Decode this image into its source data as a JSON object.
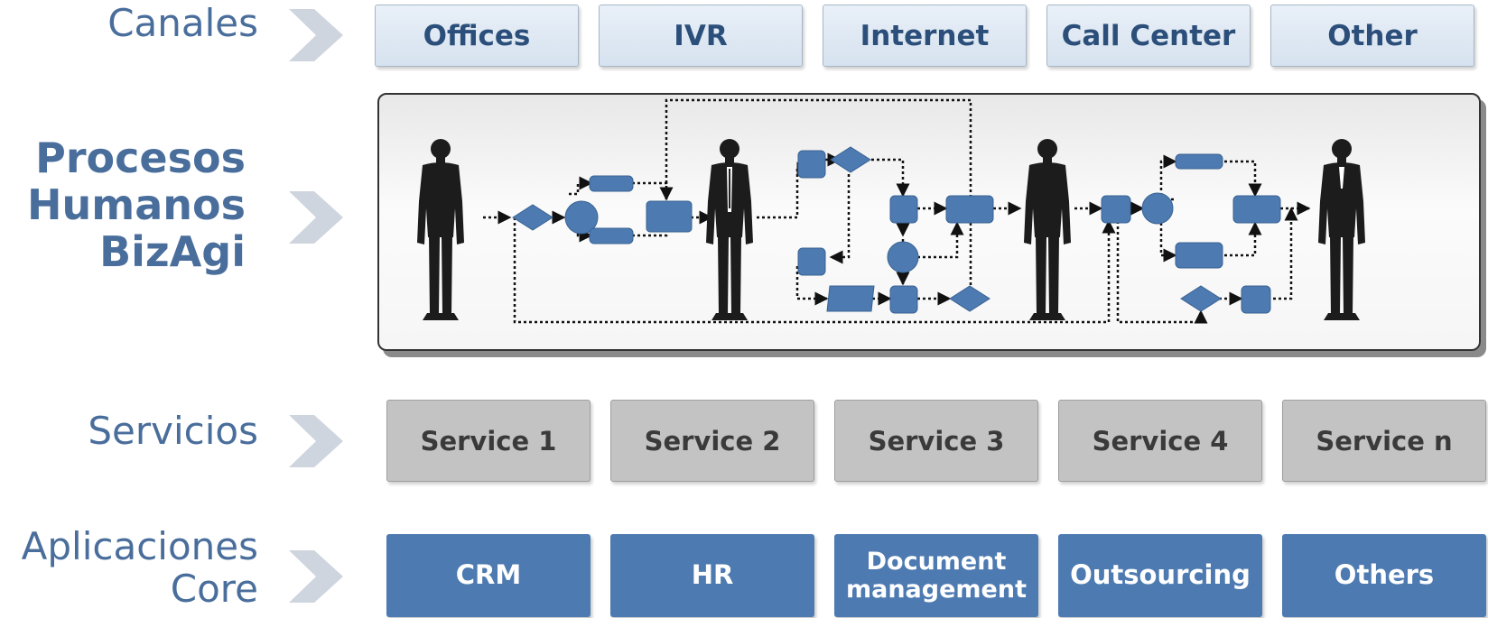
{
  "layers": {
    "channels": {
      "label": "Canales",
      "items": [
        "Offices",
        "IVR",
        "Internet",
        "Call Center",
        "Other"
      ]
    },
    "processes": {
      "label_lines": [
        "Procesos",
        "Humanos",
        "BizAgi"
      ]
    },
    "services": {
      "label": "Servicios",
      "items": [
        "Service 1",
        "Service 2",
        "Service 3",
        "Service 4",
        "Service n"
      ]
    },
    "core": {
      "label_lines": [
        "Aplicaciones",
        "Core"
      ],
      "items": [
        {
          "lines": [
            "CRM"
          ]
        },
        {
          "lines": [
            "HR"
          ]
        },
        {
          "lines": [
            "Document",
            "management"
          ]
        },
        {
          "lines": [
            "Outsourcing"
          ]
        },
        {
          "lines": [
            "Others"
          ]
        }
      ]
    }
  },
  "colors": {
    "label_text": "#4a6e9c",
    "chevron": "#cfd5de",
    "channel_fill": "#dbe6f2",
    "service_fill": "#c3c3c3",
    "core_fill": "#4d7ab0",
    "flow_shape": "#4d7ab0",
    "person": "#1c1c1c"
  },
  "icons": {
    "chevron": "chevron-right-icon",
    "people": [
      "person-icon",
      "person-icon",
      "person-icon",
      "person-icon"
    ]
  }
}
